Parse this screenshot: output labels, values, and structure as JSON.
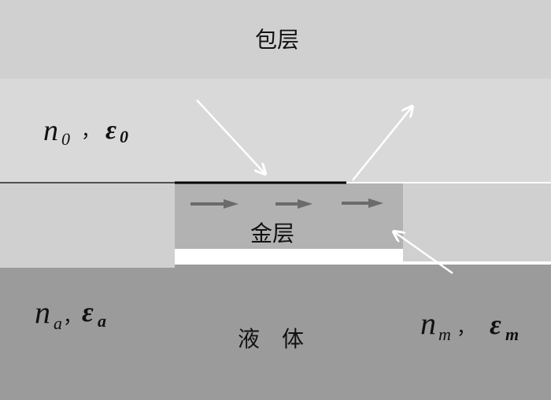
{
  "labels": {
    "cladding": "包层",
    "gold_layer": "金层",
    "liquid": "液　体"
  },
  "media": {
    "cladding": {
      "n": "n",
      "n_sub": "0",
      "sep": "，",
      "eps": "ε",
      "eps_sub": "0"
    },
    "analyte": {
      "n": "n",
      "n_sub": "a",
      "sep": "，",
      "eps": "ε",
      "eps_sub": "a"
    },
    "metal": {
      "n": "n",
      "n_sub": "m",
      "sep": "，",
      "eps": "ε",
      "eps_sub": "m"
    }
  },
  "colors": {
    "background": "#ffffff",
    "cladding": "#cfcfcf",
    "cladding_band": "#d9d9d9",
    "side_blocks": "#d0d0d0",
    "gold_layer": "#b2b2b2",
    "liquid": "#9b9b9b",
    "arrow_light": "#ffffff",
    "arrow_dark": "#6b6b6b",
    "interface_line": "#000000"
  }
}
